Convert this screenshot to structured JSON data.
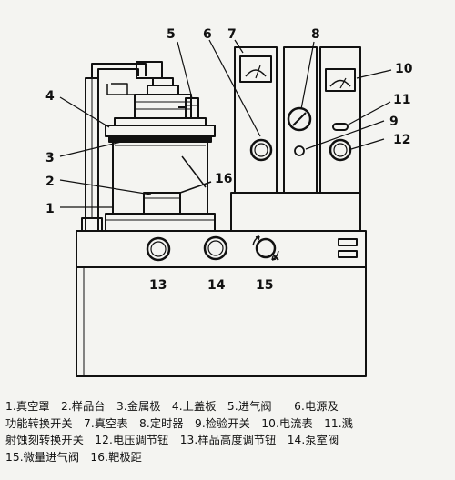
{
  "labels": {
    "l1": "1",
    "l2": "2",
    "l3": "3",
    "l4": "4",
    "l5": "5",
    "l6": "6",
    "l7": "7",
    "l8": "8",
    "l9": "9",
    "l10": "10",
    "l11": "11",
    "l12": "12",
    "l13": "13",
    "l14": "14",
    "l15": "15",
    "l16": "16"
  },
  "caption": {
    "line1": "1.真空罩　2.样品台　3.金属极　4.上盖板　5.进气阀　　6.电源及",
    "line2": "功能转换开关　7.真空表　8.定时器　9.检验开关　10.电流表　11.溅",
    "line3": "射蚀刻转换开关　12.电压调节钮　13.样品高度调节钮　14.泵室阀",
    "line4": "15.微量进气阀　16.靶极距"
  }
}
